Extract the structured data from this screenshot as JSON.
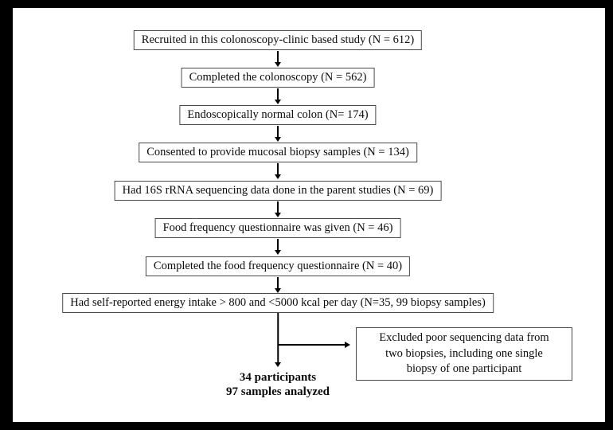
{
  "flowchart": {
    "steps": [
      "Recruited in this colonoscopy-clinic based study (N = 612)",
      "Completed the colonoscopy (N = 562)",
      "Endoscopically normal colon (N= 174)",
      "Consented to provide mucosal biopsy samples (N = 134)",
      "Had 16S rRNA sequencing data done in the parent studies (N = 69)",
      "Food frequency questionnaire was given (N = 46)",
      "Completed the food frequency questionnaire (N = 40)",
      "Had self-reported energy intake > 800 and <5000 kcal per day (N=35, 99 biopsy samples)"
    ],
    "exclusion": {
      "lines": [
        "Excluded poor sequencing data from",
        "two biopsies, including one single",
        "biopsy of one participant"
      ]
    },
    "result": {
      "lines": [
        "34 participants",
        "97 samples analyzed"
      ]
    },
    "colors": {
      "frame": "#000000",
      "canvas": "#ffffff",
      "box_border": "#4a4a4a",
      "text": "#0b0b0b"
    }
  }
}
